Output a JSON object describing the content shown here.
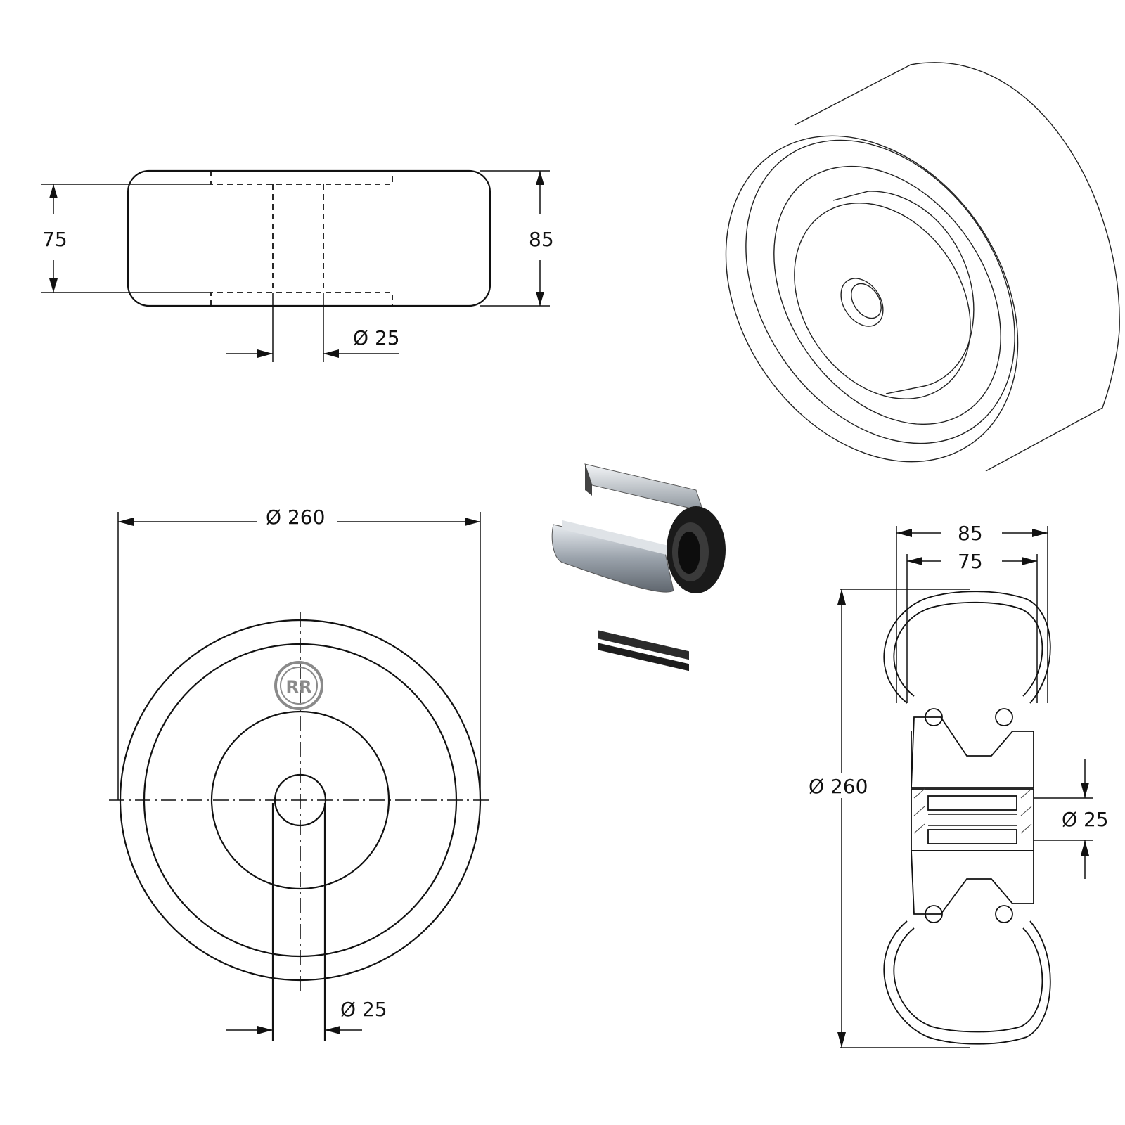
{
  "dimensions": {
    "side_inner_width": "75",
    "side_outer_width": "85",
    "side_bore": "Ø 25",
    "front_diameter": "Ø 260",
    "front_bore": "Ø 25",
    "section_outer_width": "85",
    "section_inner_width": "75",
    "section_diameter": "Ø 260",
    "section_bore": "Ø 25"
  },
  "logo": {
    "text": "RR",
    "color": "#8a8a8a"
  },
  "colors": {
    "line": "#111111",
    "bearing_metal": "#b9bfc6",
    "bearing_dark": "#1a1a1a"
  }
}
